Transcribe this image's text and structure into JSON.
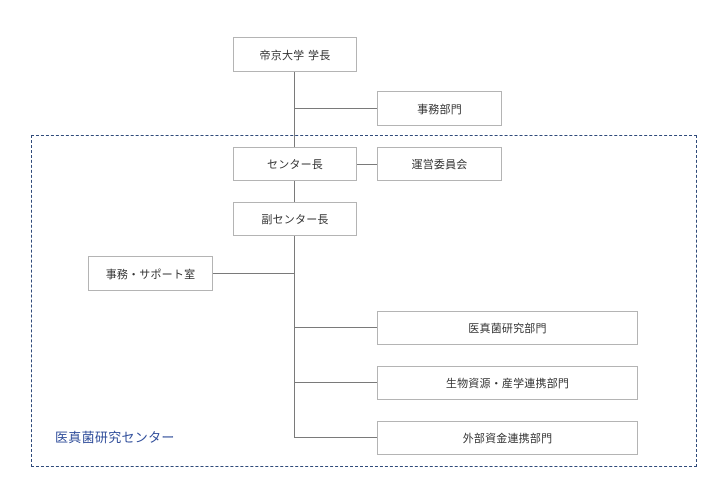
{
  "nodes": {
    "president": "帝京大学 学長",
    "admin_dept": "事務部門",
    "center_head": "センター長",
    "steering_committee": "運営委員会",
    "deputy_head": "副センター長",
    "admin_support": "事務・サポート室",
    "research_dept": "医真菌研究部門",
    "bioresource_dept": "生物資源・産学連携部門",
    "external_funding_dept": "外部資金連携部門"
  },
  "frame_label": "医真菌研究センター",
  "colors": {
    "frame_border": "#2f4a7a",
    "frame_label": "#2f4d9a",
    "box_border": "#b4b4b4",
    "connector": "#7a7a7a"
  }
}
